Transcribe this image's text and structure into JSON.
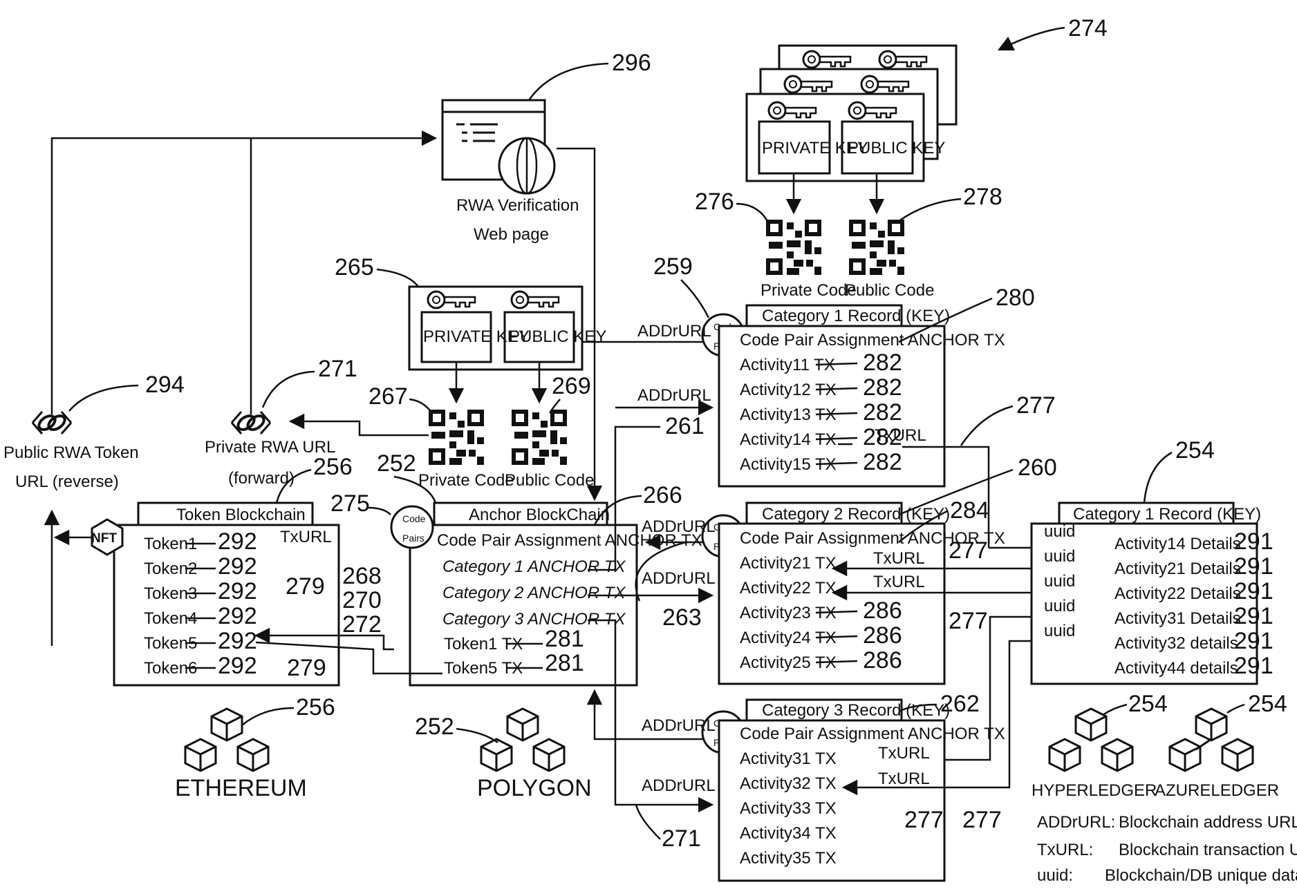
{
  "figure_number": "274",
  "labels": {
    "n296": "296",
    "web_title": "RWA Verification",
    "web_sub": "Web page",
    "n265": "265",
    "priv_key": "PRIVATE KEY",
    "pub_key": "PUBLIC KEY",
    "n267": "267",
    "n269": "269",
    "priv_code": "Private Code",
    "pub_code": "Public Code",
    "n276": "276",
    "n278": "278",
    "n259": "259",
    "n280": "280",
    "n294": "294",
    "pub_url1": "Public RWA Token",
    "pub_url2": "URL (reverse)",
    "n271a": "271",
    "priv_url1": "Private RWA URL",
    "priv_url2": "(forward)",
    "n256a": "256",
    "n252a": "252",
    "n275": "275",
    "n266": "266",
    "n261": "261",
    "n277a": "277",
    "n260": "260",
    "n254a": "254",
    "n284": "284",
    "n262": "262",
    "addr": "ADDrURL",
    "txurl": "TxURL",
    "uuid": "uuid",
    "nft": "NFT",
    "code": "Code",
    "pairs": "Pairs",
    "n268": "268",
    "n270": "270",
    "n272": "272",
    "n263": "263",
    "n279": "279",
    "n281": "281",
    "n282": "282",
    "n286": "286",
    "n291": "291",
    "n292": "292",
    "n277": "277",
    "n256b": "256",
    "ethereum": "ETHEREUM",
    "n252b": "252",
    "polygon": "POLYGON",
    "n254b": "254",
    "hyperledger": "HYPERLEDGER",
    "n254c": "254",
    "azureledger": "AZURELEDGER",
    "n271b": "271"
  },
  "token_chain": {
    "title": "Token  Blockchain",
    "tokens": [
      "Token1",
      "Token2",
      "Token3",
      "Token4",
      "Token5",
      "Token6"
    ]
  },
  "anchor_chain": {
    "title": "Anchor  BlockChain",
    "rows": [
      "Code Pair Assignment ANCHOR TX",
      "Category 1 ANCHOR TX",
      "Category 2 ANCHOR TX",
      "Category 3 ANCHOR TX",
      "Token1 TX",
      "Token5 TX"
    ]
  },
  "cat1": {
    "title": "Category 1 Record (KEY)",
    "rows": [
      "Code Pair Assignment ANCHOR TX",
      "Activity11 TX",
      "Activity12 TX",
      "Activity13 TX",
      "Activity14 TX",
      "Activity15 TX"
    ]
  },
  "cat2": {
    "title": "Category 2 Record (KEY)",
    "rows": [
      "Code Pair Assignment ANCHOR TX",
      "Activity21 TX",
      "Activity22 TX",
      "Activity23 TX",
      "Activity24 TX",
      "Activity25 TX"
    ]
  },
  "cat3": {
    "title": "Category 3 Record (KEY)",
    "rows": [
      "Code Pair Assignment ANCHOR TX",
      "Activity31 TX",
      "Activity32 TX",
      "Activity33 TX",
      "Activity34 TX",
      "Activity35 TX"
    ]
  },
  "details": {
    "title": "Category 1 Record (KEY)",
    "rows": [
      "Activity14 Details",
      "Activity21 Details",
      "Activity22 Details",
      "Activity31 Details",
      "Activity32 details",
      "Activity44 details"
    ]
  },
  "legend": [
    {
      "term": "ADDrURL:",
      "def": "Blockchain address URL"
    },
    {
      "term": "TxURL:",
      "def": "Blockchain transaction URL"
    },
    {
      "term": "uuid:",
      "def": "Blockchain/DB unique data identifier"
    }
  ]
}
